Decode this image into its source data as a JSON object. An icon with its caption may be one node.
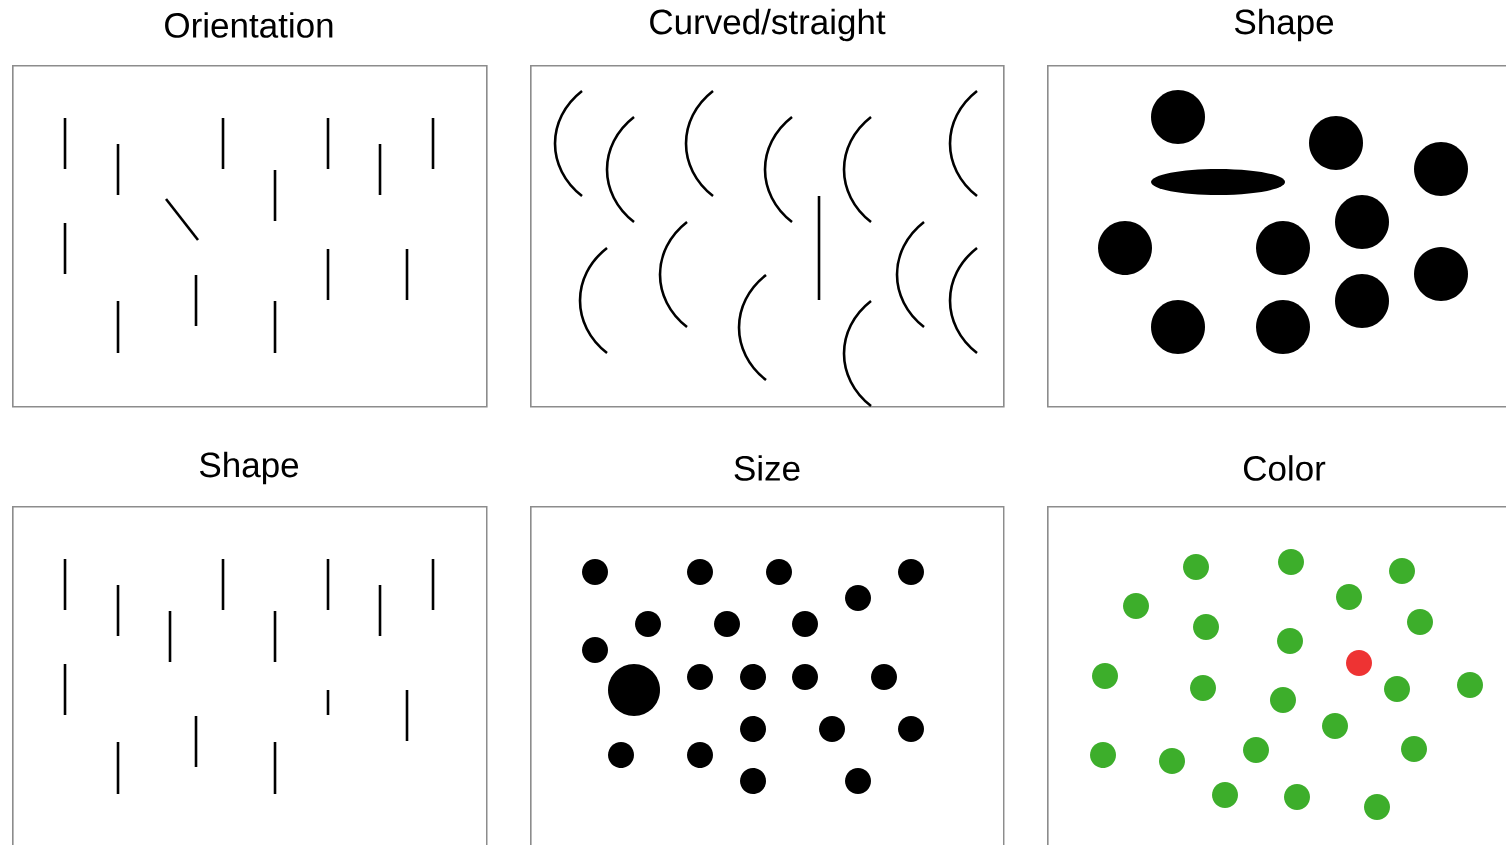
{
  "diagram": {
    "nodes": [
      {
        "text": [
          "Orientation"
        ]
      },
      {
        "text": [
          "Curved/straight"
        ]
      },
      {
        "text": [
          "Shape"
        ]
      },
      {
        "text": [
          "Shape"
        ]
      },
      {
        "text": [
          "Size"
        ]
      },
      {
        "text": [
          "Color"
        ]
      }
    ]
  }
}
